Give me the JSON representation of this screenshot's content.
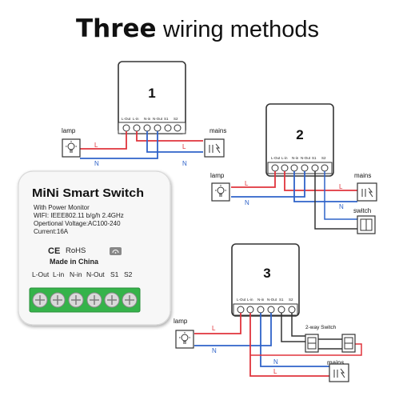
{
  "title": {
    "bold": "Three",
    "rest": "wiring methods"
  },
  "product": {
    "name": "MiNi Smart Switch",
    "specs": [
      "With Power Monitor",
      "WIFI: IEEE802.11 b/g/h 2.4GHz",
      "Opertional Voltage:AC100-240",
      "Current:16A"
    ],
    "marks": [
      "CE",
      "RoHS"
    ],
    "made_in": "Made in China",
    "terminals": [
      "L-Out",
      "L-in",
      "N-in",
      "N-Out",
      "S1",
      "S2"
    ]
  },
  "diagrams": [
    {
      "number": "1",
      "terminals": [
        "L-Out",
        "L-in",
        "N-in",
        "N-Out",
        "S1",
        "S2"
      ],
      "lamp_label": "lamp",
      "mains_label": "mains",
      "line_label": "L",
      "neutral_label": "N"
    },
    {
      "number": "2",
      "terminals": [
        "L-Out",
        "L-in",
        "N-in",
        "N-Out",
        "S1",
        "S2"
      ],
      "lamp_label": "lamp",
      "mains_label": "mains",
      "switch_label": "switch",
      "line_label": "L",
      "neutral_label": "N"
    },
    {
      "number": "3",
      "terminals": [
        "L-Out",
        "L-in",
        "N-in",
        "N-Out",
        "S1",
        "S2"
      ],
      "lamp_label": "lamp",
      "mains_label": "mains",
      "switch_label": "2-way Switch",
      "line_label": "L",
      "neutral_label": "N"
    }
  ],
  "colors": {
    "live": "#e0343c",
    "neutral": "#2f63c9",
    "switch_wire": "#333333",
    "terminal_green": "#35b34a"
  }
}
